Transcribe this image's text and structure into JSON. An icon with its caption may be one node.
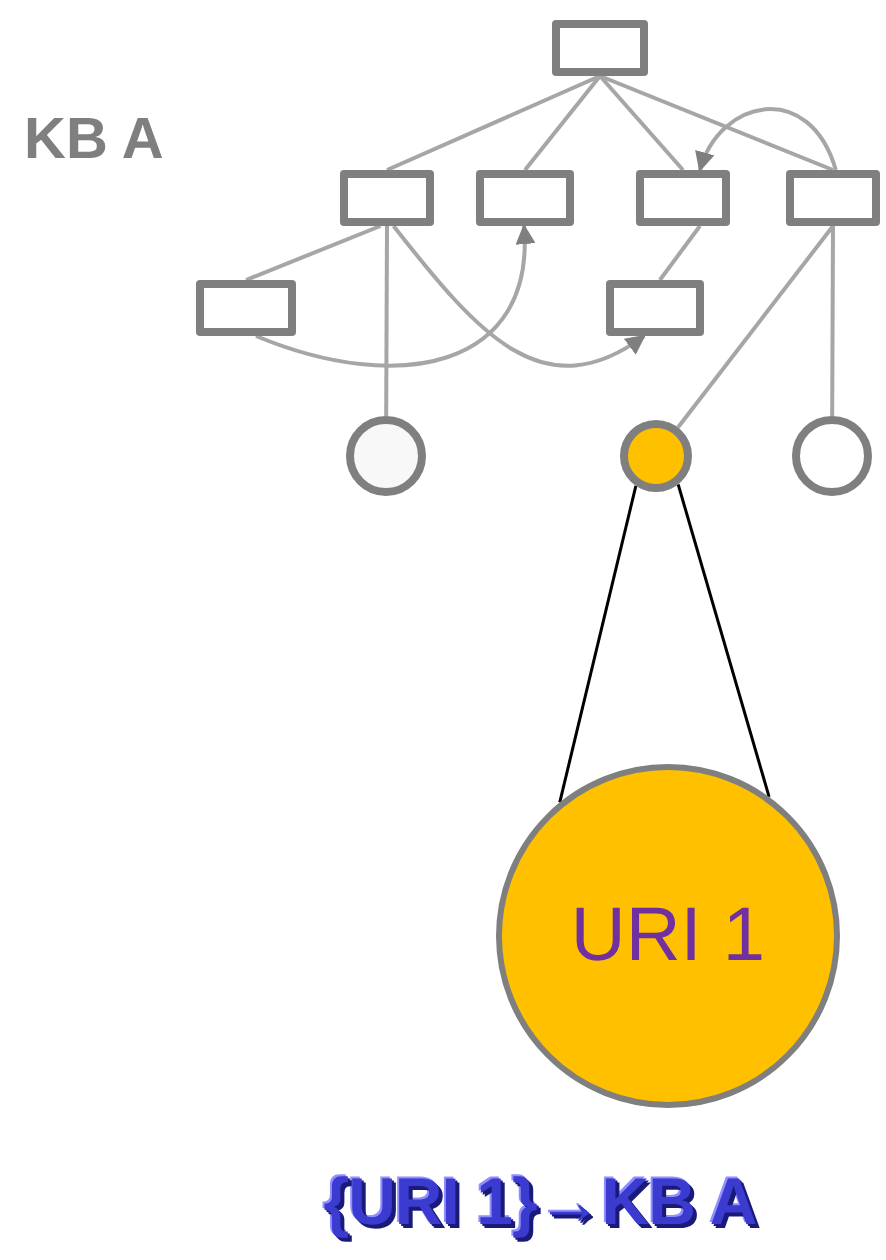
{
  "diagram": {
    "caption": "{URI 1}→KB A",
    "nodes": [
      {
        "text": [],
        "shape": "box"
      },
      {
        "text": [],
        "shape": "box"
      },
      {
        "text": [],
        "shape": "box"
      },
      {
        "text": [],
        "shape": "box"
      },
      {
        "text": [],
        "shape": "box"
      },
      {
        "text": [],
        "shape": "box"
      },
      {
        "text": [],
        "shape": "box"
      },
      {
        "text": [],
        "shape": "circle"
      },
      {
        "text": [],
        "shape": "circle"
      },
      {
        "text": [],
        "shape": "circle"
      },
      {
        "text": [
          "URI 1"
        ]
      }
    ],
    "edges": [
      {
        "from": 0,
        "to": 1,
        "arrow": "none"
      },
      {
        "from": 0,
        "to": 2,
        "arrow": "none"
      },
      {
        "from": 0,
        "to": 3,
        "arrow": "none"
      },
      {
        "from": 0,
        "to": 4,
        "arrow": "none"
      },
      {
        "from": 4,
        "to": 3,
        "arrow": "to"
      },
      {
        "from": 1,
        "to": 5,
        "arrow": "none"
      },
      {
        "from": 1,
        "to": 7,
        "arrow": "none"
      },
      {
        "from": 1,
        "to": 6,
        "arrow": "to"
      },
      {
        "from": 5,
        "to": 2,
        "arrow": "to"
      },
      {
        "from": 3,
        "to": 6,
        "arrow": "none"
      },
      {
        "from": 4,
        "to": 8,
        "arrow": "none"
      },
      {
        "from": 4,
        "to": 9,
        "arrow": "none"
      },
      {
        "from": 8,
        "to": 10,
        "arrow": "none",
        "color": "#000000"
      },
      {
        "from": 8,
        "to": 10,
        "arrow": "none",
        "color": "#000000"
      }
    ],
    "labels": [
      "KB A"
    ]
  }
}
